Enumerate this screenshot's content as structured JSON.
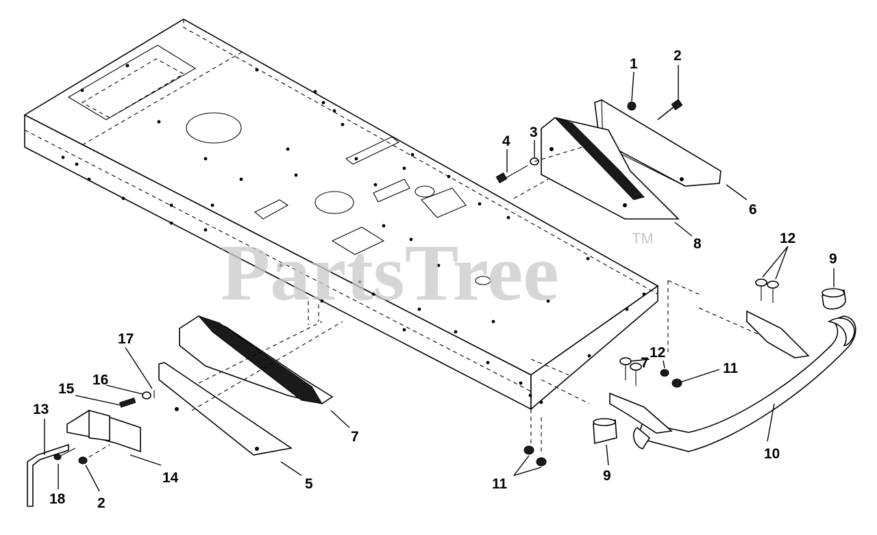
{
  "watermark": {
    "brand": "PartsTree",
    "trademark": "TM"
  },
  "callouts": [
    {
      "id": "c1",
      "label": "1"
    },
    {
      "id": "c2a",
      "label": "2"
    },
    {
      "id": "c3",
      "label": "3"
    },
    {
      "id": "c4",
      "label": "4"
    },
    {
      "id": "c6",
      "label": "6"
    },
    {
      "id": "c8",
      "label": "8"
    },
    {
      "id": "c12a",
      "label": "12"
    },
    {
      "id": "c9a",
      "label": "9"
    },
    {
      "id": "c17",
      "label": "17"
    },
    {
      "id": "c16",
      "label": "16"
    },
    {
      "id": "c15",
      "label": "15"
    },
    {
      "id": "c13",
      "label": "13"
    },
    {
      "id": "c7a",
      "label": "7"
    },
    {
      "id": "c12b",
      "label": "12"
    },
    {
      "id": "c11a",
      "label": "11"
    },
    {
      "id": "c7b",
      "label": "7"
    },
    {
      "id": "c10",
      "label": "10"
    },
    {
      "id": "c14",
      "label": "14"
    },
    {
      "id": "c18",
      "label": "18"
    },
    {
      "id": "c2b",
      "label": "2"
    },
    {
      "id": "c5",
      "label": "5"
    },
    {
      "id": "c11b",
      "label": "11"
    },
    {
      "id": "c9b",
      "label": "9"
    }
  ]
}
